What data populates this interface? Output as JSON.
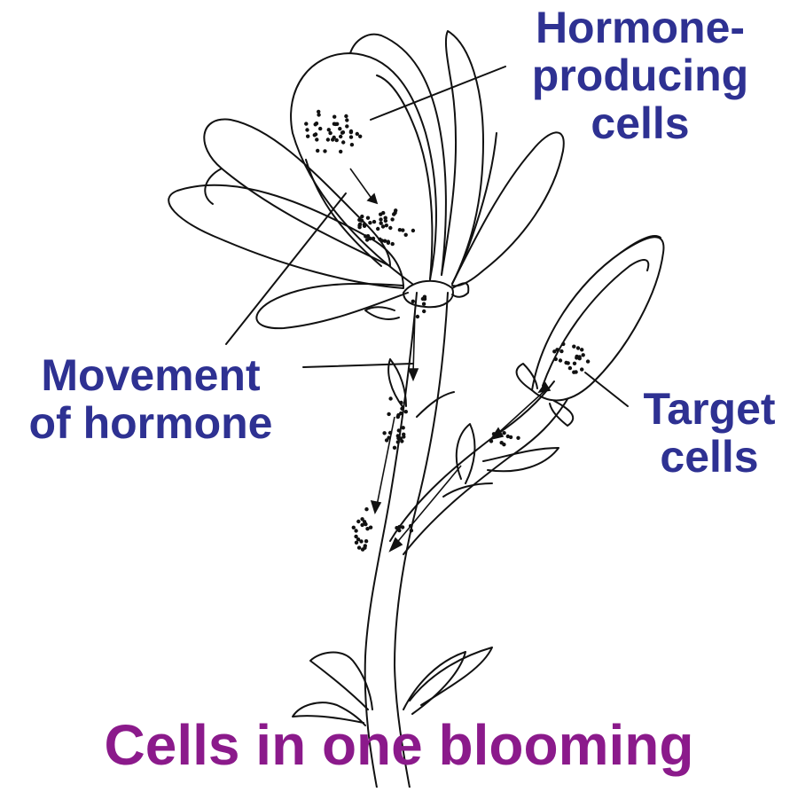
{
  "labels": {
    "hormone_producing": [
      "Hormone-",
      "producing",
      "cells"
    ],
    "movement": [
      "Movement",
      "of hormone"
    ],
    "target": [
      "Target",
      "cells"
    ]
  },
  "caption": {
    "line1": "Cells in one blooming"
  },
  "colors": {
    "label": "#2e3192",
    "caption": "#8b1a8b",
    "ink": "#111111",
    "background": "#ffffff"
  }
}
